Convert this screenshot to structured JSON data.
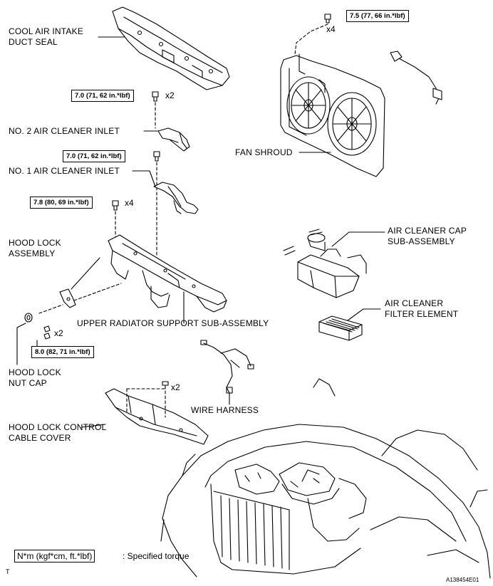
{
  "labels": {
    "cool_air_intake_duct_seal": [
      "COOL AIR INTAKE",
      "DUCT SEAL"
    ],
    "no2_air_cleaner_inlet": "NO. 2 AIR CLEANER INLET",
    "no1_air_cleaner_inlet": "NO. 1 AIR CLEANER INLET",
    "hood_lock_assembly": [
      "HOOD LOCK",
      "ASSEMBLY"
    ],
    "upper_radiator_support": "UPPER RADIATOR SUPPORT SUB-ASSEMBLY",
    "hood_lock_nut_cap": [
      "HOOD LOCK",
      "NUT CAP"
    ],
    "hood_lock_control_cable_cover": [
      "HOOD LOCK CONTROL",
      "CABLE COVER"
    ],
    "fan_shroud": "FAN SHROUD",
    "air_cleaner_cap": [
      "AIR CLEANER CAP",
      "SUB-ASSEMBLY"
    ],
    "air_cleaner_filter": [
      "AIR CLEANER",
      "FILTER ELEMENT"
    ],
    "wire_harness": "WIRE HARNESS"
  },
  "torques": {
    "fan_shroud_bolt": "7.5 (77, 66 in.*lbf)",
    "no2_inlet_bolt": "7.0 (71, 62 in.*lbf)",
    "no1_inlet_bolt": "7.0 (71, 62 in.*lbf)",
    "support_bolt": "7.8 (80, 69 in.*lbf)",
    "hood_lock_bolt": "8.0 (82, 71 in.*lbf)"
  },
  "quantities": {
    "fan_shroud_bolt": "x4",
    "no2_inlet_bolt": "x2",
    "support_bolt": "x4",
    "hood_lock_bolt": "x2",
    "cable_cover_bolt": "x2"
  },
  "legend": {
    "box": "N*m (kgf*cm, ft.*lbf)",
    "text": ": Specified torque"
  },
  "footer": {
    "left_mark": "T",
    "figure_id": "A138454E01"
  }
}
